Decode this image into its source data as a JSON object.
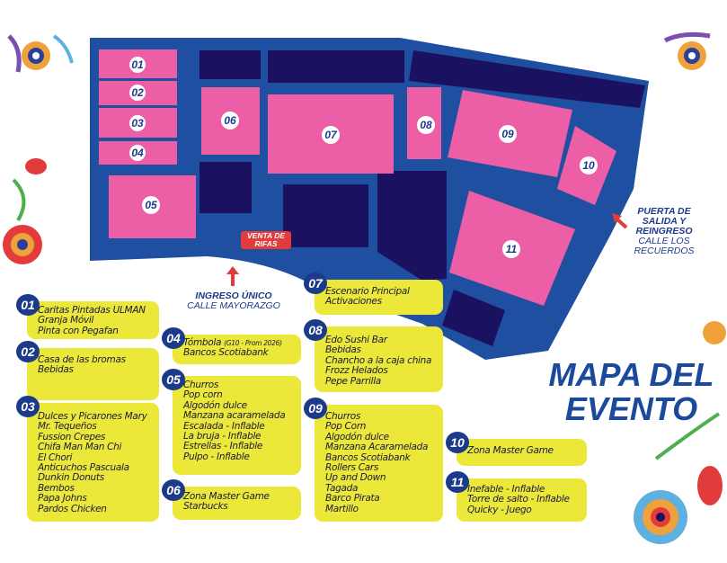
{
  "title": "MAPA DEL EVENTO",
  "colors": {
    "blue": "#1f4fa0",
    "navy": "#1a1260",
    "pink": "#ec5ea6",
    "yellow": "#ebe83a",
    "red": "#e23b3b"
  },
  "map_labels": {
    "venta_rifas": "VENTA DE RIFAS",
    "ingreso_title": "INGRESO ÚNICO",
    "ingreso_street": "CALLE MAYORAZGO",
    "salida_title": "PUERTA DE SALIDA Y REINGRESO",
    "salida_street": "CALLE LOS RECUERDOS"
  },
  "zones": [
    {
      "num": "01",
      "items": [
        "Caritas Pintadas ULMAN",
        "Granja Móvil",
        "Pinta con Pegafan"
      ]
    },
    {
      "num": "02",
      "items": [
        "Casa de las bromas",
        "Bebidas"
      ]
    },
    {
      "num": "03",
      "items": [
        "Dulces y Picarones Mary",
        "Mr. Tequeños",
        "Fussion Crepes",
        "Chifa Man Man Chi",
        "El Chori",
        "Anticuchos Pascuala",
        "Dunkin Donuts",
        "Bembos",
        "Papa Johns",
        "Pardos Chicken"
      ]
    },
    {
      "num": "04",
      "items": [
        "Tómbola",
        "Bancos Scotiabank"
      ],
      "note": "(G10 - Prom 2026)"
    },
    {
      "num": "05",
      "items": [
        "Churros",
        "Pop corn",
        "Algodón dulce",
        "Manzana acaramelada",
        "Escalada - Inflable",
        "La bruja - Inflable",
        "Estrellas - Inflable",
        "Pulpo - Inflable"
      ]
    },
    {
      "num": "06",
      "items": [
        "Zona Master Game",
        "Starbucks"
      ]
    },
    {
      "num": "07",
      "items": [
        "Escenario Principal",
        "Activaciones"
      ]
    },
    {
      "num": "08",
      "items": [
        "Edo Sushi Bar",
        "Bebidas",
        "Chancho a la caja china",
        "Frozz Helados",
        "Pepe Parrilla"
      ]
    },
    {
      "num": "09",
      "items": [
        "Churros",
        "Pop Corn",
        "Algodón dulce",
        "Manzana Acaramelada",
        "Bancos Scotiabank",
        "Rollers Cars",
        "Up and Down",
        "Tagada",
        "Barco Pirata",
        "Martillo"
      ]
    },
    {
      "num": "10",
      "items": [
        "Zona Master Game"
      ]
    },
    {
      "num": "11",
      "items": [
        "Inefable - Inflable",
        "Torre de salto - Inflable",
        "Quicky - Juego"
      ]
    }
  ]
}
